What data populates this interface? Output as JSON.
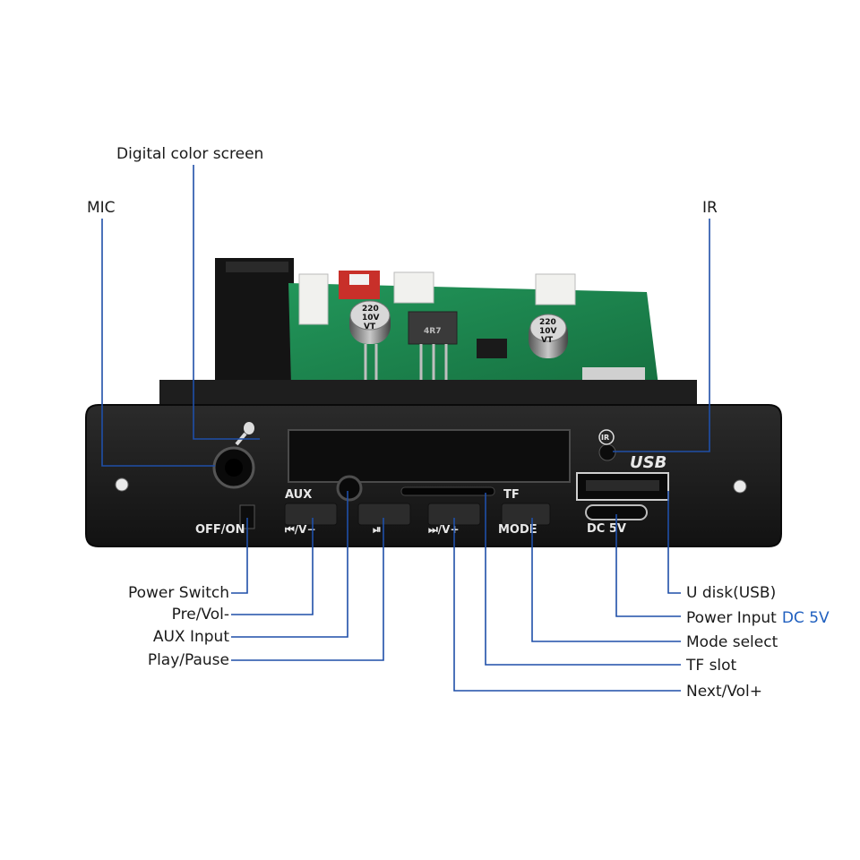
{
  "labels": {
    "digital_color_screen": "Digital color screen",
    "mic": "MIC",
    "ir": "IR",
    "power_switch": "Power Switch",
    "pre_vol": "Pre/Vol-",
    "aux_input": "AUX Input",
    "play_pause": "Play/Pause",
    "u_disk": "U disk(USB)",
    "power_input": "Power Input",
    "power_input_value": "DC 5V",
    "mode_select": "Mode select",
    "tf_slot": "TF slot",
    "next_vol": "Next/Vol+"
  },
  "panel": {
    "usb": "USB",
    "ir_badge": "IR",
    "aux": "AUX",
    "tf": "TF",
    "off_on": "OFF/ON",
    "prev_vol": "⏮/V−",
    "play": "⏯",
    "next_vol": "⏭/V+",
    "mode": "MODE",
    "dc5v": "DC 5V",
    "cap1_a": "220",
    "cap1_b": "10V",
    "cap1_c": "VT",
    "cap2_a": "220",
    "cap2_b": "10V",
    "cap2_c": "VT",
    "inductor": "4R7"
  },
  "colors": {
    "leader": "#1f4fa8",
    "accent_text": "#1f5fbf",
    "panel": "#1b1b1b",
    "pcb": "#1f8a4a"
  }
}
